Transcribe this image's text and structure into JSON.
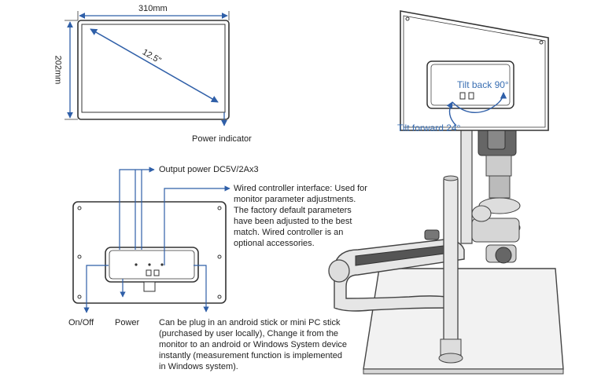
{
  "front_view": {
    "width_label": "310mm",
    "height_label": "202mm",
    "diagonal_label": "12.5\"",
    "power_indicator_label": "Power indicator"
  },
  "back_view": {
    "output_power_label": "Output power DC5V/2Ax3",
    "wired_controller_lines": [
      "Wired controller interface: Used for",
      "monitor parameter adjustments.",
      "The factory default parameters",
      "have been adjusted to the best",
      "match. Wired controller is an",
      "optional accessories."
    ],
    "on_off_label": "On/Off",
    "power_label": "Power",
    "android_stick_lines": [
      "Can be plug in an android stick or mini PC stick",
      "(purchased by user locally), Change it from the",
      "monitor to an android or Windows System device",
      "instantly (measurement function is implemented",
      "in Windows system)."
    ]
  },
  "stand_view": {
    "tilt_back_label": "Tilt back 90°",
    "tilt_forward_label": "Tilt forward 24°"
  },
  "colors": {
    "arrow_blue": "#2f5fa8",
    "line_gray": "#333333",
    "label_blue": "#3a6fb3"
  }
}
